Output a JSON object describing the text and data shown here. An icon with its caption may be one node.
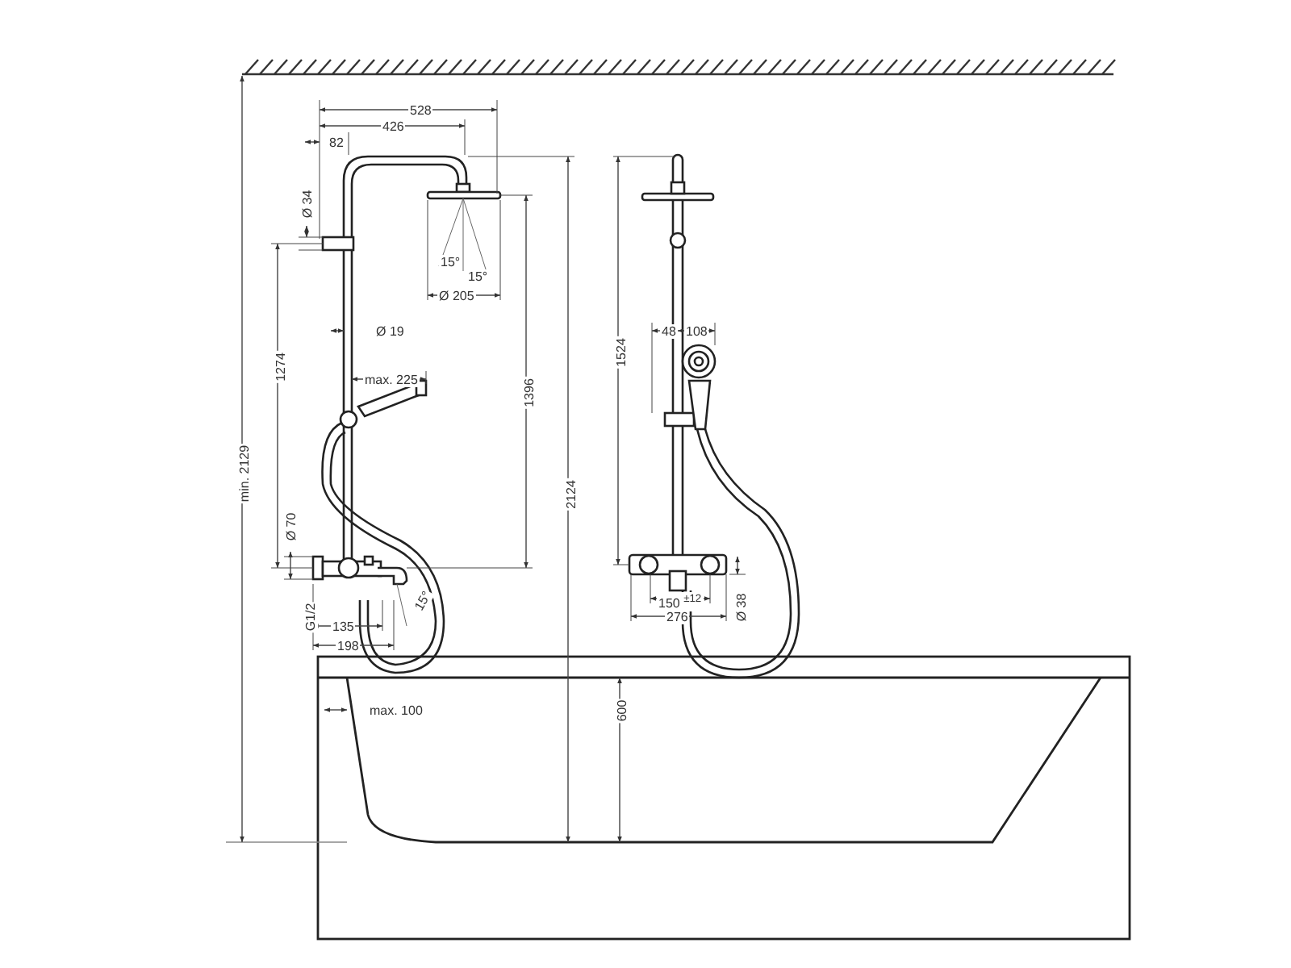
{
  "diagram": {
    "labels": [
      "528",
      "426",
      "82",
      "Ø 34",
      "15°",
      "15°",
      "Ø 205",
      "Ø 19",
      "1274",
      "1396",
      "1524",
      "48",
      "108",
      "max. 225",
      "min. 2129",
      "2124",
      "Ø 70",
      "G1/2",
      "15°",
      "135",
      "150 $^{±12}$",
      "276",
      "Ø 38",
      "198",
      "max. 100",
      "600"
    ]
  }
}
